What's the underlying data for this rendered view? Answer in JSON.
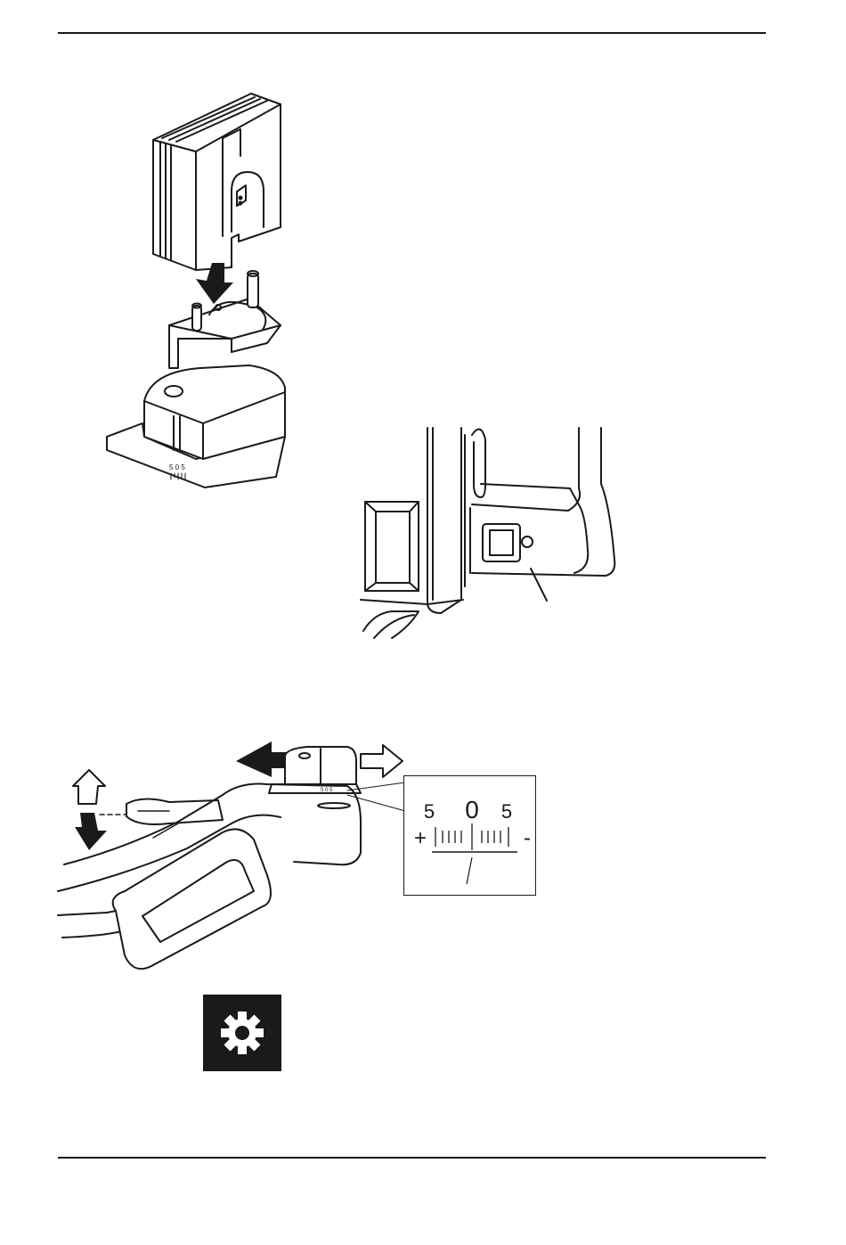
{
  "page": {
    "background": "#ffffff",
    "ink": "#1a1a1a"
  },
  "scale_inset": {
    "label_left": "5",
    "label_center": "0",
    "label_right": "5",
    "sign_plus": "+",
    "sign_minus": "-"
  },
  "figure1": {
    "dial_text": "5 0 5"
  },
  "figure3": {
    "dial_text": "5 0 5"
  },
  "icons": {
    "settings": "gear-icon"
  }
}
